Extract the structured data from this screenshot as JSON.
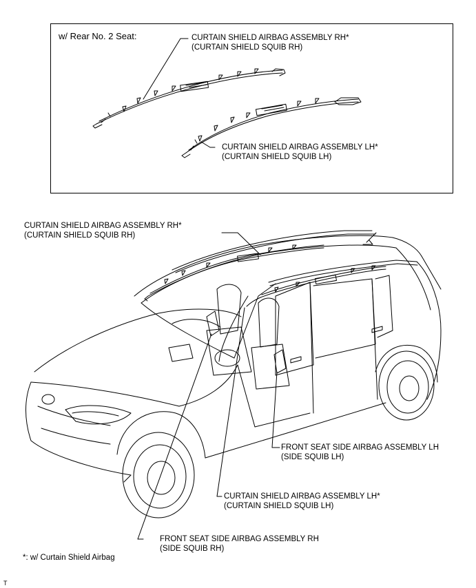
{
  "inset": {
    "title": "w/ Rear No. 2 Seat:",
    "rh": {
      "line1": "CURTAIN SHIELD AIRBAG ASSEMBLY RH*",
      "line2": "(CURTAIN SHIELD SQUIB RH)"
    },
    "lh": {
      "line1": "CURTAIN SHIELD AIRBAG ASSEMBLY LH*",
      "line2": "(CURTAIN SHIELD SQUIB LH)"
    }
  },
  "main": {
    "curtain_rh": {
      "line1": "CURTAIN SHIELD AIRBAG ASSEMBLY RH*",
      "line2": "(CURTAIN SHIELD SQUIB RH)"
    },
    "front_seat_lh": {
      "line1": "FRONT SEAT SIDE AIRBAG ASSEMBLY LH",
      "line2": "(SIDE SQUIB LH)"
    },
    "curtain_lh": {
      "line1": "CURTAIN SHIELD AIRBAG ASSEMBLY LH*",
      "line2": "(CURTAIN SHIELD SQUIB LH)"
    },
    "front_seat_rh": {
      "line1": "FRONT SEAT SIDE AIRBAG ASSEMBLY RH",
      "line2": "(SIDE SQUIB RH)"
    }
  },
  "footnote": "*: w/ Curtain Shield Airbag",
  "figure_mark": "T"
}
